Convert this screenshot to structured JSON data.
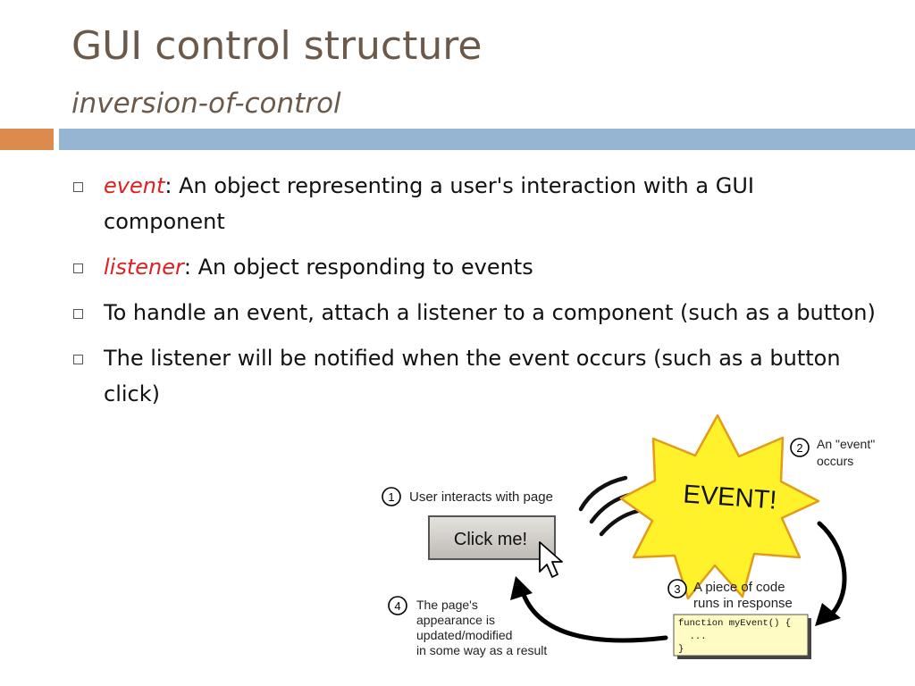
{
  "slide": {
    "title": "GUI control structure",
    "subtitle": "inversion-of-control"
  },
  "bullets": [
    {
      "term": "event",
      "text": ": An object representing a user's interaction with a GUI component"
    },
    {
      "term": "listener",
      "text": ": An object responding to events"
    },
    {
      "term": "",
      "text": "To handle an event, attach a listener to a component (such as a button)"
    },
    {
      "term": "",
      "text": "The listener will be notified when the event occurs (such as a button click)"
    }
  ],
  "diagram": {
    "step1_number": "1",
    "step1_text": "User interacts with page",
    "button_label": "Click me!",
    "event_label": "EVENT!",
    "step2_number": "2",
    "step2_line1": "An \"event\"",
    "step2_line2": "occurs",
    "step3_number": "3",
    "step3_line1": "A piece of code",
    "step3_line2": "runs in response",
    "code_line1": "function myEvent() {",
    "code_line2": "  ...",
    "code_line3": "}",
    "step4_number": "4",
    "step4_line1": "The page's",
    "step4_line2": "appearance is",
    "step4_line3": "updated/modified",
    "step4_line4": "in some way as a result"
  },
  "colors": {
    "title": "#6b5a4c",
    "accent_orange": "#dd8a4e",
    "accent_blue": "#94b6d2",
    "term_red": "#e02020",
    "starburst": "#fff22a",
    "code_box": "#fffbc4"
  }
}
